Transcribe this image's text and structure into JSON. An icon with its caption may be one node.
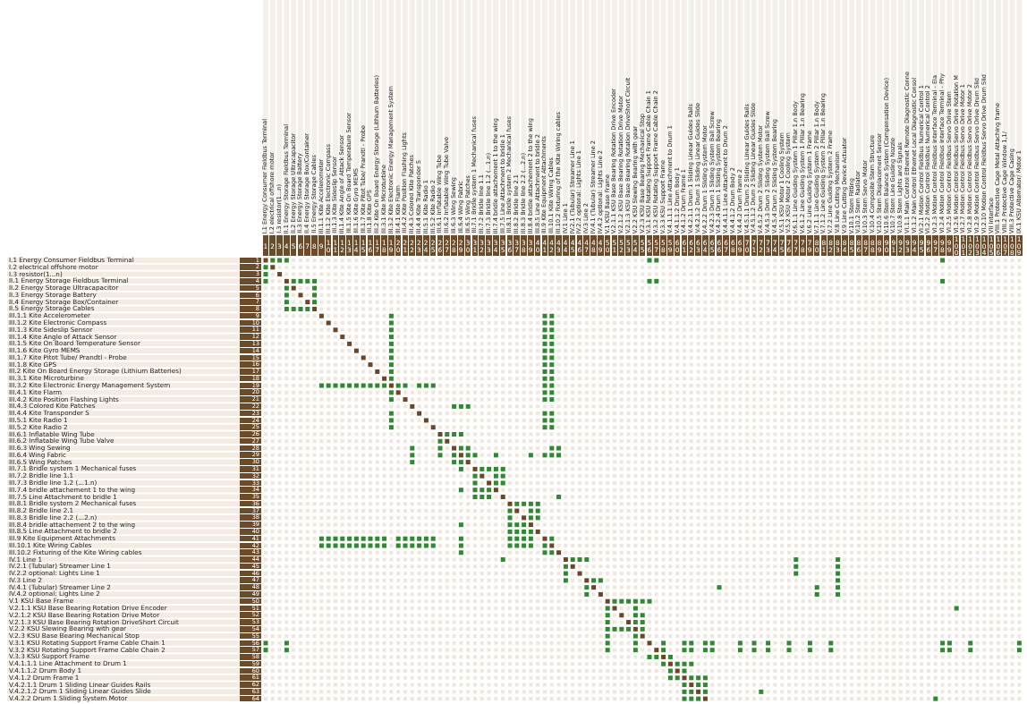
{
  "diagram": {
    "labels": [
      "I.1 Energy Consumer Fieldbus Terminal",
      "I.2 electrical offshore motor",
      "I.3 resistor(1...n)",
      "II.1 Energy Storage Fieldbus Terminal",
      "II.2 Energy Storage Ultracapacitor",
      "II.3 Energy Storage Battery",
      "II.4 Energy Storage Box/Container",
      "II.5 Energy Storage Cables",
      "III.1.1 Kite Accelerometer",
      "III.1.2 Kite Electronic Compass",
      "III.1.3 Kite Sideslip Sensor",
      "III.1.4 Kite Angle of Attack Sensor",
      "III.1.5 Kite On Board Temperature Sensor",
      "III.1.6 Kite Gyro MEMS",
      "III.1.7 Kite Pitot Tube/ Prandtl - Probe",
      "III.1.8 Kite GPS",
      "III.2 Kite On Board Energy Storage (Lithium Batteries)",
      "III.3.1 Kite Microturbine",
      "III.3.2 Kite Electronic Energy Management System",
      "III.4.1 Kite Flarm",
      "III.4.2 Kite Position Flashing Lights",
      "III.4.3 Colored Kite Patches",
      "III.4.4 Kite Transponder S",
      "III.5.1 Kite Radio 1",
      "III.5.2 Kite Radio 2",
      "III.6.1 Inflatable Wing Tube",
      "III.6.2 Inflatable Wing Tube Valve",
      "III.6.3 Wing Sewing",
      "III.6.4 Wing Fabric",
      "III.6.5 Wing Patches",
      "III.7.1 Bridle system 1 Mechanical fuses",
      "III.7.2 Bridle line 1.1",
      "III.7.3 Bridle line 1.2 (...1.n)",
      "III.7.4 bridle attachement 1 to the wing",
      "III.7.5 Line Attachment to bridle 1",
      "III.8.1 Bridle system 2 Mechanical fuses",
      "III.8.2 Bridle line 2.1",
      "III.8.3 Bridle line 2.2 (...2.n)",
      "III.8.4 bridle attachement 2 to the wing",
      "III.8.5 Line Attachment to bridle 2",
      "III.9 Kite Equipment Attachments",
      "III.10.1 Kite Wiring Cables",
      "III.10.2 Fixturing of the Kite Wiring cables",
      "IV.1 Line 1",
      "IV.2.1 (Tubular) Streamer Line 1",
      "IV.2.2 optional: Lights Line 1",
      "IV.3 Line 2",
      "IV.4.1 (Tubular) Streamer Line 2",
      "IV.4.2 optional: Lights Line 2",
      "V.1 KSU Base Frame",
      "V.2.1.1 KSU Base Bearing Rotation Drive Encoder",
      "V.2.1.2 KSU Base Bearing Rotation Drive Motor",
      "V.2.1.3 KSU Base Bearing Rotation DriveShort Circuit",
      "V.2.2 KSU Slewing Bearing with gear",
      "V.2.3 KSU Base Bearing Mechanical Stop",
      "V.3.1 KSU Rotating Support Frame Cable Chain 1",
      "V.3.2 KSU Rotating Support Frame Cable Chain 2",
      "V.3.3 KSU Support Frame",
      "V.4.1.1.1 Line Attachment to Drum 1",
      "V.4.1.1.2 Drum Body 1",
      "V.4.1.2 Drum Frame 1",
      "V.4.2.1.1 Drum 1 Sliding Linear Guides Rails",
      "V.4.2.1.2 Drum 1 Sliding Linear Guides Slide",
      "V.4.2.2 Drum 1 Sliding System Motor",
      "V.4.2.3 Drum 1 Sliding System Ball Screw",
      "V.4.2.4 Drum 1 Sliding System Bearing",
      "V.4.4.1.1 Line Attachment to Drum 2",
      "V.4.4.1.2 Drum Body 2",
      "V.4.4.2 Drum Frame 2",
      "V.4.5.1.1 Drum 2 Sliding Linear Guides Rails",
      "V.4.5.1.2 Drum 2 Sliding Linear Guides Slide",
      "V.4.5.2 Drum 2 Sliding System Motor",
      "V.4.5.3 Drum 2 Sliding System Ball Screw",
      "V.4.5.4 Drum 2 Sliding System Bearing",
      "V.5.1 KSU Motor 1 Cooling System",
      "V.5.2 KSU Motor 2 Cooling System",
      "V.6.1.1 Line Guiding System 1 Pillar 1.n Body",
      "V.6.1.2 Line Guiding System 1 Pillar 1.n Bearing",
      "V.6.2 Line Guiding System 1 Frame",
      "V.7.1.1 Line Guiding System 2 Pillar 1.n Body",
      "V.7.1.2 Line Guiding System 2 Pillar 1.n Bearing",
      "V.7.2 Line Guiding System 2 Frame",
      "V.8 Line Cutting Mechanism",
      "V.9 Line Cutting Device Actuator",
      "V.10.1 Stem Fitting",
      "V.10.2 Stem Radiator",
      "V.10.3 Stem Servo Motor",
      "V.10.4 Composite Stem Structure",
      "V.10.5 Stem Displacement Sensor",
      "V.10.6 Stem Balance System (Compensation Device)",
      "V.10.7 Stem Line Guiding Nozzle",
      "V.10.8 Stem Lights and Signals",
      "VI.1.1 Main Control Ethernet Remote Diagnostic Conne",
      "VI.1.2 Main Control Ethernet Local Diagnostic Consol",
      "VI.2.1 Motion Control Fieldbus Numerical Control 1",
      "VI.2.2 Motion Control Fieldbus Numerical Control 2",
      "VI.2.3 Motion Control Fieldbus Interface Terminal - Ela",
      "VI.2.4 Motion Control Fieldbus Interface Terminal - Phy",
      "VI.2.5 Motion Control Fieldbus Servo Drive Stem",
      "VI.2.6 Motion Control Fieldbus Servo Drive Rotation M",
      "VI.2.7 Motion Control Fieldbus Servo Drive Motor 1",
      "VI.2.8 Motion Control Fieldbus Servo Drive Motor 2",
      "VI.2.9 Motion Control Fieldbus Servo Drive Drum Slid",
      "VI.2.10 Motion Control Fieldbus Servo Drive Drum Slid",
      "VII Interface",
      "VIII.1 Protective Cage Metal Attaching frame",
      "VIII.2 Protective Cage Window 1,1/",
      "VIII.3 Protective Cage Casing",
      "IX.1 KSU Alternator/ Motor 1",
      "1",
      "2",
      "3",
      "4",
      "5",
      "6",
      "7",
      "8",
      "9",
      "10",
      "11",
      "12",
      "13",
      "14",
      "15",
      "16",
      "17",
      "18",
      "19",
      "20",
      "21",
      "22",
      "23",
      "24",
      "25",
      "26",
      "27",
      "28",
      "29",
      "30",
      "31",
      "32",
      "33",
      "34",
      "35",
      "36",
      "37",
      "38",
      "39",
      "40",
      "41",
      "42",
      "43",
      "44",
      "45",
      "46",
      "47",
      "48",
      "49",
      "50",
      "51",
      "52",
      "53",
      "54",
      "55",
      "56",
      "57",
      "58",
      "59",
      "60",
      "61",
      "62",
      "63",
      "64",
      "65",
      "66",
      "67",
      "68",
      "69",
      "70",
      "71",
      "72",
      "73",
      "74",
      "75",
      "76",
      "77",
      "78",
      "79",
      "80",
      "81",
      "82",
      "83",
      "84",
      "85",
      "86",
      "87",
      "88",
      "89",
      "90",
      "91",
      "92",
      "93",
      "94",
      "95",
      "96",
      "97",
      "98",
      "99",
      "100",
      "101",
      "102",
      "103",
      "104",
      "105",
      "106",
      "107",
      "108",
      "109",
      "I.1 Energy Consumer Fieldbus Terminal",
      "1",
      "I.2 electrical offshore motor",
      "2",
      "I.3 resistor(1...n)",
      "3",
      "II.1 Energy Storage Fieldbus Terminal",
      "4",
      "II.2 Energy Storage Ultracapacitor",
      "5",
      "II.3 Energy Storage Battery",
      "6",
      "II.4 Energy Storage Box/Container",
      "7",
      "II.5 Energy Storage Cables",
      "8",
      "III.1.1 Kite Accelerometer",
      "9",
      "III.1.2 Kite Electronic Compass",
      "10",
      "III.1.3 Kite Sideslip Sensor",
      "11",
      "III.1.4 Kite Angle of Attack Sensor",
      "12",
      "III.1.5 Kite On Board Temperature Sensor",
      "13",
      "III.1.6 Kite Gyro MEMS",
      "14",
      "III.1.7 Kite Pitot Tube/ Prandtl - Probe",
      "15",
      "III.1.8 Kite GPS",
      "16",
      "III.2 Kite On Board Energy Storage (Lithium Batteries)",
      "17",
      "III.3.1 Kite Microturbine",
      "18",
      "III.3.2 Kite Electronic Energy Management System",
      "19",
      "III.4.1 Kite Flarm",
      "20",
      "III.4.2 Kite Position Flashing Lights",
      "21",
      "III.4.3 Colored Kite Patches",
      "22",
      "III.4.4 Kite Transponder S",
      "23",
      "III.5.1 Kite Radio 1",
      "24",
      "III.5.2 Kite Radio 2",
      "25",
      "III.6.1 Inflatable Wing Tube",
      "26",
      "III.6.2 Inflatable Wing Tube Valve",
      "27",
      "III.6.3 Wing Sewing",
      "28",
      "III.6.4 Wing Fabric",
      "29",
      "III.6.5 Wing Patches",
      "30",
      "III.7.1 Bridle system 1 Mechanical fuses",
      "31",
      "III.7.2 Bridle line 1.1",
      "32",
      "III.7.3 Bridle line 1.2 (...1.n)",
      "33",
      "III.7.4 bridle attachement 1 to the wing",
      "34",
      "III.7.5 Line Attachment to bridle 1",
      "35",
      "III.8.1 Bridle system 2 Mechanical fuses",
      "36",
      "III.8.2 Bridle line 2.1",
      "37",
      "III.8.3 Bridle line 2.2 (...2.n)",
      "38",
      "III.8.4 bridle attachement 2 to the wing",
      "39",
      "III.8.5 Line Attachment to bridle 2",
      "40",
      "III.9 Kite Equipment Attachments",
      "41",
      "III.10.1 Kite Wiring Cables",
      "42",
      "III.10.2 Fixturing of the Kite Wiring cables",
      "43",
      "IV.1 Line 1",
      "44",
      "IV.2.1 (Tubular) Streamer Line 1",
      "45",
      "IV.2.2 optional: Lights Line 1",
      "46",
      "IV.3 Line 2",
      "47",
      "IV.4.1 (Tubular) Streamer Line 2",
      "48",
      "IV.4.2 optional: Lights Line 2",
      "49",
      "V.1 KSU Base Frame",
      "50",
      "V.2.1.1 KSU Base Bearing Rotation Drive Encoder",
      "51",
      "V.2.1.2 KSU Base Bearing Rotation Drive Motor",
      "52",
      "V.2.1.3 KSU Base Bearing Rotation DriveShort Circuit",
      "53",
      "V.2.2 KSU Slewing Bearing with gear",
      "54",
      "V.2.3 KSU Base Bearing Mechanical Stop",
      "55",
      "V.3.1 KSU Rotating Support Frame Cable Chain 1",
      "56",
      "V.3.2 KSU Rotating Support Frame Cable Chain 2",
      "57",
      "V.3.3 KSU Support Frame",
      "58",
      "V.4.1.1.1 Line Attachment to Drum 1",
      "59",
      "V.4.1.1.2 Drum Body 1",
      "60",
      "V.4.1.2 Drum Frame 1",
      "61",
      "V.4.2.1.1 Drum 1 Sliding Linear Guides Rails",
      "62",
      "V.4.2.1.2 Drum 1 Sliding Linear Guides Slide",
      "63",
      "V.4.2.2 Drum 1 Sliding System Motor",
      "64"
    ]
  }
}
